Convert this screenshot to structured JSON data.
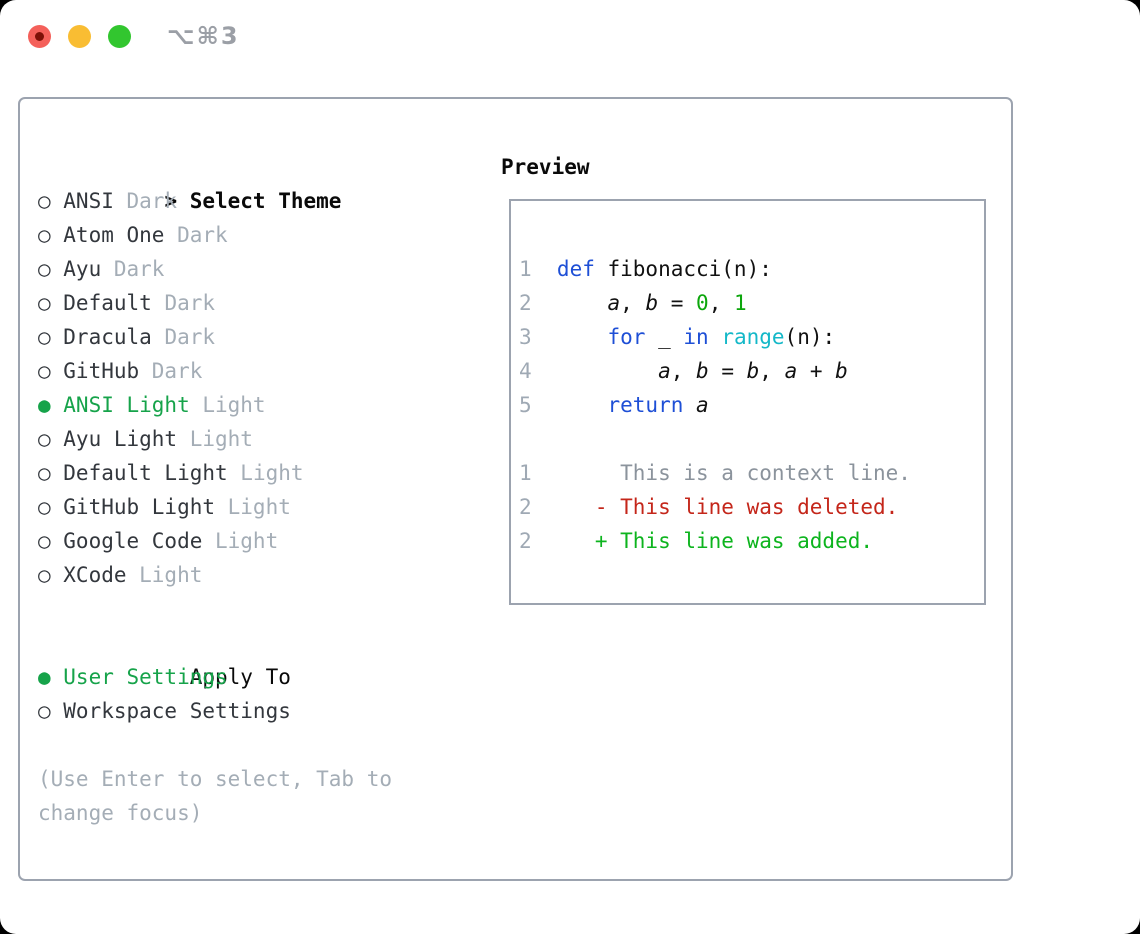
{
  "titlebar": {
    "shortcut_label": "⌥⌘3",
    "traffic_lights": [
      "close",
      "minimize",
      "zoom"
    ]
  },
  "theme_picker": {
    "prompt": ">",
    "title": "Select Theme",
    "radio_unselected": "○",
    "radio_selected": "●",
    "items": [
      {
        "label": "ANSI",
        "tag": "Dark",
        "selected": false
      },
      {
        "label": "Atom One",
        "tag": "Dark",
        "selected": false
      },
      {
        "label": "Ayu",
        "tag": "Dark",
        "selected": false
      },
      {
        "label": "Default",
        "tag": "Dark",
        "selected": false
      },
      {
        "label": "Dracula",
        "tag": "Dark",
        "selected": false
      },
      {
        "label": "GitHub",
        "tag": "Dark",
        "selected": false
      },
      {
        "label": "ANSI Light",
        "tag": "Light",
        "selected": true
      },
      {
        "label": "Ayu Light",
        "tag": "Light",
        "selected": false
      },
      {
        "label": "Default Light",
        "tag": "Light",
        "selected": false
      },
      {
        "label": "GitHub Light",
        "tag": "Light",
        "selected": false
      },
      {
        "label": "Google Code",
        "tag": "Light",
        "selected": false
      },
      {
        "label": "XCode",
        "tag": "Light",
        "selected": false
      }
    ],
    "apply_to": {
      "title": "Apply To",
      "options": [
        {
          "label": "User Settings",
          "selected": true
        },
        {
          "label": "Workspace Settings",
          "selected": false
        }
      ]
    },
    "help_text": "(Use Enter to select, Tab to change focus)"
  },
  "preview": {
    "title": "Preview",
    "code_lines": [
      {
        "num": "1",
        "tokens": [
          {
            "c": "kw",
            "t": "def"
          },
          {
            "c": "plain",
            "t": " fibonacci(n):"
          }
        ]
      },
      {
        "num": "2",
        "tokens": [
          {
            "c": "plain",
            "t": "    "
          },
          {
            "c": "var",
            "t": "a"
          },
          {
            "c": "plain",
            "t": ", "
          },
          {
            "c": "var",
            "t": "b"
          },
          {
            "c": "plain",
            "t": " = "
          },
          {
            "c": "num",
            "t": "0"
          },
          {
            "c": "plain",
            "t": ", "
          },
          {
            "c": "num",
            "t": "1"
          }
        ]
      },
      {
        "num": "3",
        "tokens": [
          {
            "c": "plain",
            "t": "    "
          },
          {
            "c": "kw",
            "t": "for"
          },
          {
            "c": "plain",
            "t": " _ "
          },
          {
            "c": "kw",
            "t": "in"
          },
          {
            "c": "plain",
            "t": " "
          },
          {
            "c": "builtin",
            "t": "range"
          },
          {
            "c": "plain",
            "t": "(n):"
          }
        ]
      },
      {
        "num": "4",
        "tokens": [
          {
            "c": "plain",
            "t": "        "
          },
          {
            "c": "var",
            "t": "a"
          },
          {
            "c": "plain",
            "t": ", "
          },
          {
            "c": "var",
            "t": "b"
          },
          {
            "c": "plain",
            "t": " = "
          },
          {
            "c": "var",
            "t": "b"
          },
          {
            "c": "plain",
            "t": ", "
          },
          {
            "c": "var",
            "t": "a"
          },
          {
            "c": "plain",
            "t": " + "
          },
          {
            "c": "var",
            "t": "b"
          }
        ]
      },
      {
        "num": "5",
        "tokens": [
          {
            "c": "plain",
            "t": "    "
          },
          {
            "c": "kw",
            "t": "return"
          },
          {
            "c": "plain",
            "t": " "
          },
          {
            "c": "var",
            "t": "a"
          }
        ]
      }
    ],
    "diff_lines": [
      {
        "num": "1",
        "text": "     This is a context line.",
        "type": "context"
      },
      {
        "num": "2",
        "text": "   - This line was deleted.",
        "type": "deleted"
      },
      {
        "num": "2",
        "text": "   + This line was added.",
        "type": "added"
      }
    ]
  },
  "colors": {
    "window_bg": "#ffffff",
    "page_bg": "#000000",
    "border": "#9ca3af",
    "heading": "#0a0a0a",
    "text": "#33373d",
    "muted": "#a4adb6",
    "line_number": "#9fa9b4",
    "selected_green": "#16a34a",
    "keyword_blue": "#1e4fd6",
    "builtin_cyan": "#14b8c8",
    "number_green": "#0ca60c",
    "context_gray": "#8b939c",
    "deleted_red": "#c4261a",
    "added_green": "#0db41e",
    "shortcut_gray": "#9b9fa6",
    "light_red": "#f4605a",
    "light_red_dot": "#7d1007",
    "light_yellow": "#f9bd33",
    "light_green": "#32c62f"
  }
}
